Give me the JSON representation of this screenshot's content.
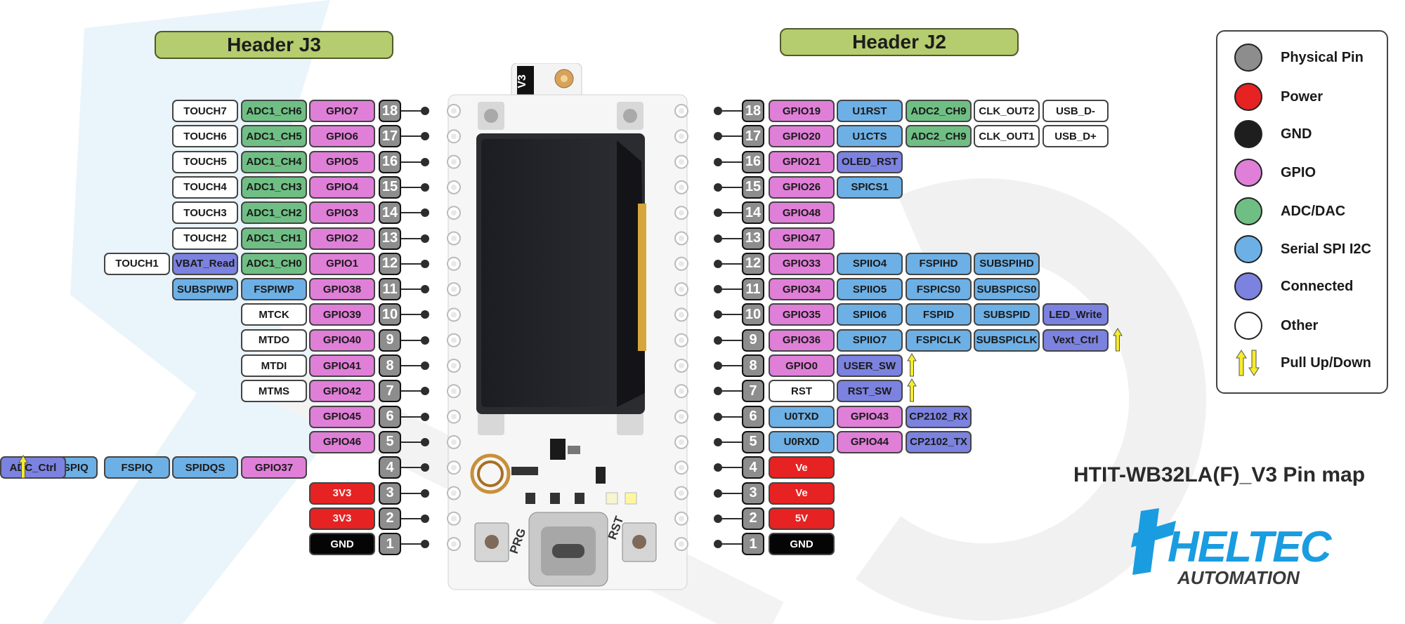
{
  "headers": {
    "j3": "Header J3",
    "j2": "Header J2"
  },
  "title": "HTIT-WB32LA(F)_V3 Pin map",
  "logo": {
    "main": "HELTEC",
    "sub": "AUTOMATION"
  },
  "board": {
    "version": "V3",
    "button_left": "PRG",
    "button_right": "RST"
  },
  "colors": {
    "gpio": "#e07fd8",
    "adc": "#6fbf84",
    "serial": "#6db0e6",
    "connected": "#7b82df",
    "other": "#ffffff",
    "power": "#e62222",
    "gnd": "#050505",
    "physical": "#8d8d8d",
    "header": "#b5cc6f",
    "arrow": "#f6ec2c"
  },
  "legend": [
    {
      "label": "Physical Pin",
      "color": "#8d8d8d"
    },
    {
      "label": "Power",
      "color": "#e62222"
    },
    {
      "label": "GND",
      "color": "#1e1e1e"
    },
    {
      "label": "GPIO",
      "color": "#e07fd8"
    },
    {
      "label": "ADC/DAC",
      "color": "#6fbf84"
    },
    {
      "label": "Serial SPI I2C",
      "color": "#6db0e6"
    },
    {
      "label": "Connected",
      "color": "#7b82df"
    },
    {
      "label": "Other",
      "color": "#ffffff"
    },
    {
      "label": "Pull Up/Down",
      "icon": "pull-up-down-arrows-icon"
    }
  ],
  "j3_pins": [
    {
      "num": "18",
      "labels": [
        [
          "GPIO7",
          "gpio"
        ],
        [
          "ADC1_CH6",
          "adc"
        ],
        [
          "TOUCH7",
          "oth"
        ]
      ]
    },
    {
      "num": "17",
      "labels": [
        [
          "GPIO6",
          "gpio"
        ],
        [
          "ADC1_CH5",
          "adc"
        ],
        [
          "TOUCH6",
          "oth"
        ]
      ]
    },
    {
      "num": "16",
      "labels": [
        [
          "GPIO5",
          "gpio"
        ],
        [
          "ADC1_CH4",
          "adc"
        ],
        [
          "TOUCH5",
          "oth"
        ]
      ]
    },
    {
      "num": "15",
      "labels": [
        [
          "GPIO4",
          "gpio"
        ],
        [
          "ADC1_CH3",
          "adc"
        ],
        [
          "TOUCH4",
          "oth"
        ]
      ]
    },
    {
      "num": "14",
      "labels": [
        [
          "GPIO3",
          "gpio"
        ],
        [
          "ADC1_CH2",
          "adc"
        ],
        [
          "TOUCH3",
          "oth"
        ]
      ]
    },
    {
      "num": "13",
      "labels": [
        [
          "GPIO2",
          "gpio"
        ],
        [
          "ADC1_CH1",
          "adc"
        ],
        [
          "TOUCH2",
          "oth"
        ]
      ]
    },
    {
      "num": "12",
      "labels": [
        [
          "GPIO1",
          "gpio"
        ],
        [
          "ADC1_CH0",
          "adc"
        ],
        [
          "VBAT_Read",
          "con"
        ],
        [
          "TOUCH1",
          "oth"
        ]
      ]
    },
    {
      "num": "11",
      "labels": [
        [
          "GPIO38",
          "gpio"
        ],
        [
          "FSPIWP",
          "ser"
        ],
        [
          "SUBSPIWP",
          "ser"
        ]
      ]
    },
    {
      "num": "10",
      "labels": [
        [
          "GPIO39",
          "gpio"
        ],
        [
          "MTCK",
          "oth"
        ]
      ]
    },
    {
      "num": "9",
      "labels": [
        [
          "GPIO40",
          "gpio"
        ],
        [
          "MTDO",
          "oth"
        ]
      ]
    },
    {
      "num": "8",
      "labels": [
        [
          "GPIO41",
          "gpio"
        ],
        [
          "MTDI",
          "oth"
        ]
      ]
    },
    {
      "num": "7",
      "labels": [
        [
          "GPIO42",
          "gpio"
        ],
        [
          "MTMS",
          "oth"
        ]
      ]
    },
    {
      "num": "6",
      "labels": [
        [
          "GPIO45",
          "gpio"
        ]
      ]
    },
    {
      "num": "5",
      "labels": [
        [
          "GPIO46",
          "gpio"
        ]
      ]
    },
    {
      "num": "4",
      "labels": [
        [
          "GPIO37",
          "gpio"
        ],
        [
          "SPIDQS",
          "ser"
        ],
        [
          "FSPIQ",
          "ser"
        ],
        [
          "SUBSPIQ",
          "ser"
        ],
        [
          "ADC_Ctrl",
          "con"
        ]
      ],
      "pullup": true
    },
    {
      "num": "3",
      "labels": [
        [
          "3V3",
          "pwr"
        ]
      ]
    },
    {
      "num": "2",
      "labels": [
        [
          "3V3",
          "pwr"
        ]
      ]
    },
    {
      "num": "1",
      "labels": [
        [
          "GND",
          "gnd"
        ]
      ]
    }
  ],
  "j2_pins": [
    {
      "num": "18",
      "labels": [
        [
          "GPIO19",
          "gpio"
        ],
        [
          "U1RST",
          "ser"
        ],
        [
          "ADC2_CH9",
          "adc"
        ],
        [
          "CLK_OUT2",
          "oth"
        ],
        [
          "USB_D-",
          "oth"
        ]
      ]
    },
    {
      "num": "17",
      "labels": [
        [
          "GPIO20",
          "gpio"
        ],
        [
          "U1CTS",
          "ser"
        ],
        [
          "ADC2_CH9",
          "adc"
        ],
        [
          "CLK_OUT1",
          "oth"
        ],
        [
          "USB_D+",
          "oth"
        ]
      ]
    },
    {
      "num": "16",
      "labels": [
        [
          "GPIO21",
          "gpio"
        ],
        [
          "OLED_RST",
          "con"
        ]
      ]
    },
    {
      "num": "15",
      "labels": [
        [
          "GPIO26",
          "gpio"
        ],
        [
          "SPICS1",
          "ser"
        ]
      ]
    },
    {
      "num": "14",
      "labels": [
        [
          "GPIO48",
          "gpio"
        ]
      ]
    },
    {
      "num": "13",
      "labels": [
        [
          "GPIO47",
          "gpio"
        ]
      ]
    },
    {
      "num": "12",
      "labels": [
        [
          "GPIO33",
          "gpio"
        ],
        [
          "SPIIO4",
          "ser"
        ],
        [
          "FSPIHD",
          "ser"
        ],
        [
          "SUBSPIHD",
          "ser"
        ]
      ]
    },
    {
      "num": "11",
      "labels": [
        [
          "GPIO34",
          "gpio"
        ],
        [
          "SPIIO5",
          "ser"
        ],
        [
          "FSPICS0",
          "ser"
        ],
        [
          "SUBSPICS0",
          "ser"
        ]
      ]
    },
    {
      "num": "10",
      "labels": [
        [
          "GPIO35",
          "gpio"
        ],
        [
          "SPIIO6",
          "ser"
        ],
        [
          "FSPID",
          "ser"
        ],
        [
          "SUBSPID",
          "ser"
        ],
        [
          "LED_Write",
          "con"
        ]
      ]
    },
    {
      "num": "9",
      "labels": [
        [
          "GPIO36",
          "gpio"
        ],
        [
          "SPIIO7",
          "ser"
        ],
        [
          "FSPICLK",
          "ser"
        ],
        [
          "SUBSPICLK",
          "ser"
        ],
        [
          "Vext_Ctrl",
          "con"
        ]
      ],
      "pullup_at": 5
    },
    {
      "num": "8",
      "labels": [
        [
          "GPIO0",
          "gpio"
        ],
        [
          "USER_SW",
          "con"
        ]
      ],
      "pullup_at": 2
    },
    {
      "num": "7",
      "labels": [
        [
          "RST",
          "oth"
        ],
        [
          "RST_SW",
          "con"
        ]
      ],
      "pullup_at": 2
    },
    {
      "num": "6",
      "labels": [
        [
          "U0TXD",
          "ser"
        ],
        [
          "GPIO43",
          "gpio"
        ],
        [
          "CP2102_RX",
          "con"
        ]
      ]
    },
    {
      "num": "5",
      "labels": [
        [
          "U0RXD",
          "ser"
        ],
        [
          "GPIO44",
          "gpio"
        ],
        [
          "CP2102_TX",
          "con"
        ]
      ]
    },
    {
      "num": "4",
      "labels": [
        [
          "Ve",
          "pwr"
        ]
      ]
    },
    {
      "num": "3",
      "labels": [
        [
          "Ve",
          "pwr"
        ]
      ]
    },
    {
      "num": "2",
      "labels": [
        [
          "5V",
          "pwr"
        ]
      ]
    },
    {
      "num": "1",
      "labels": [
        [
          "GND",
          "gnd"
        ]
      ]
    }
  ]
}
